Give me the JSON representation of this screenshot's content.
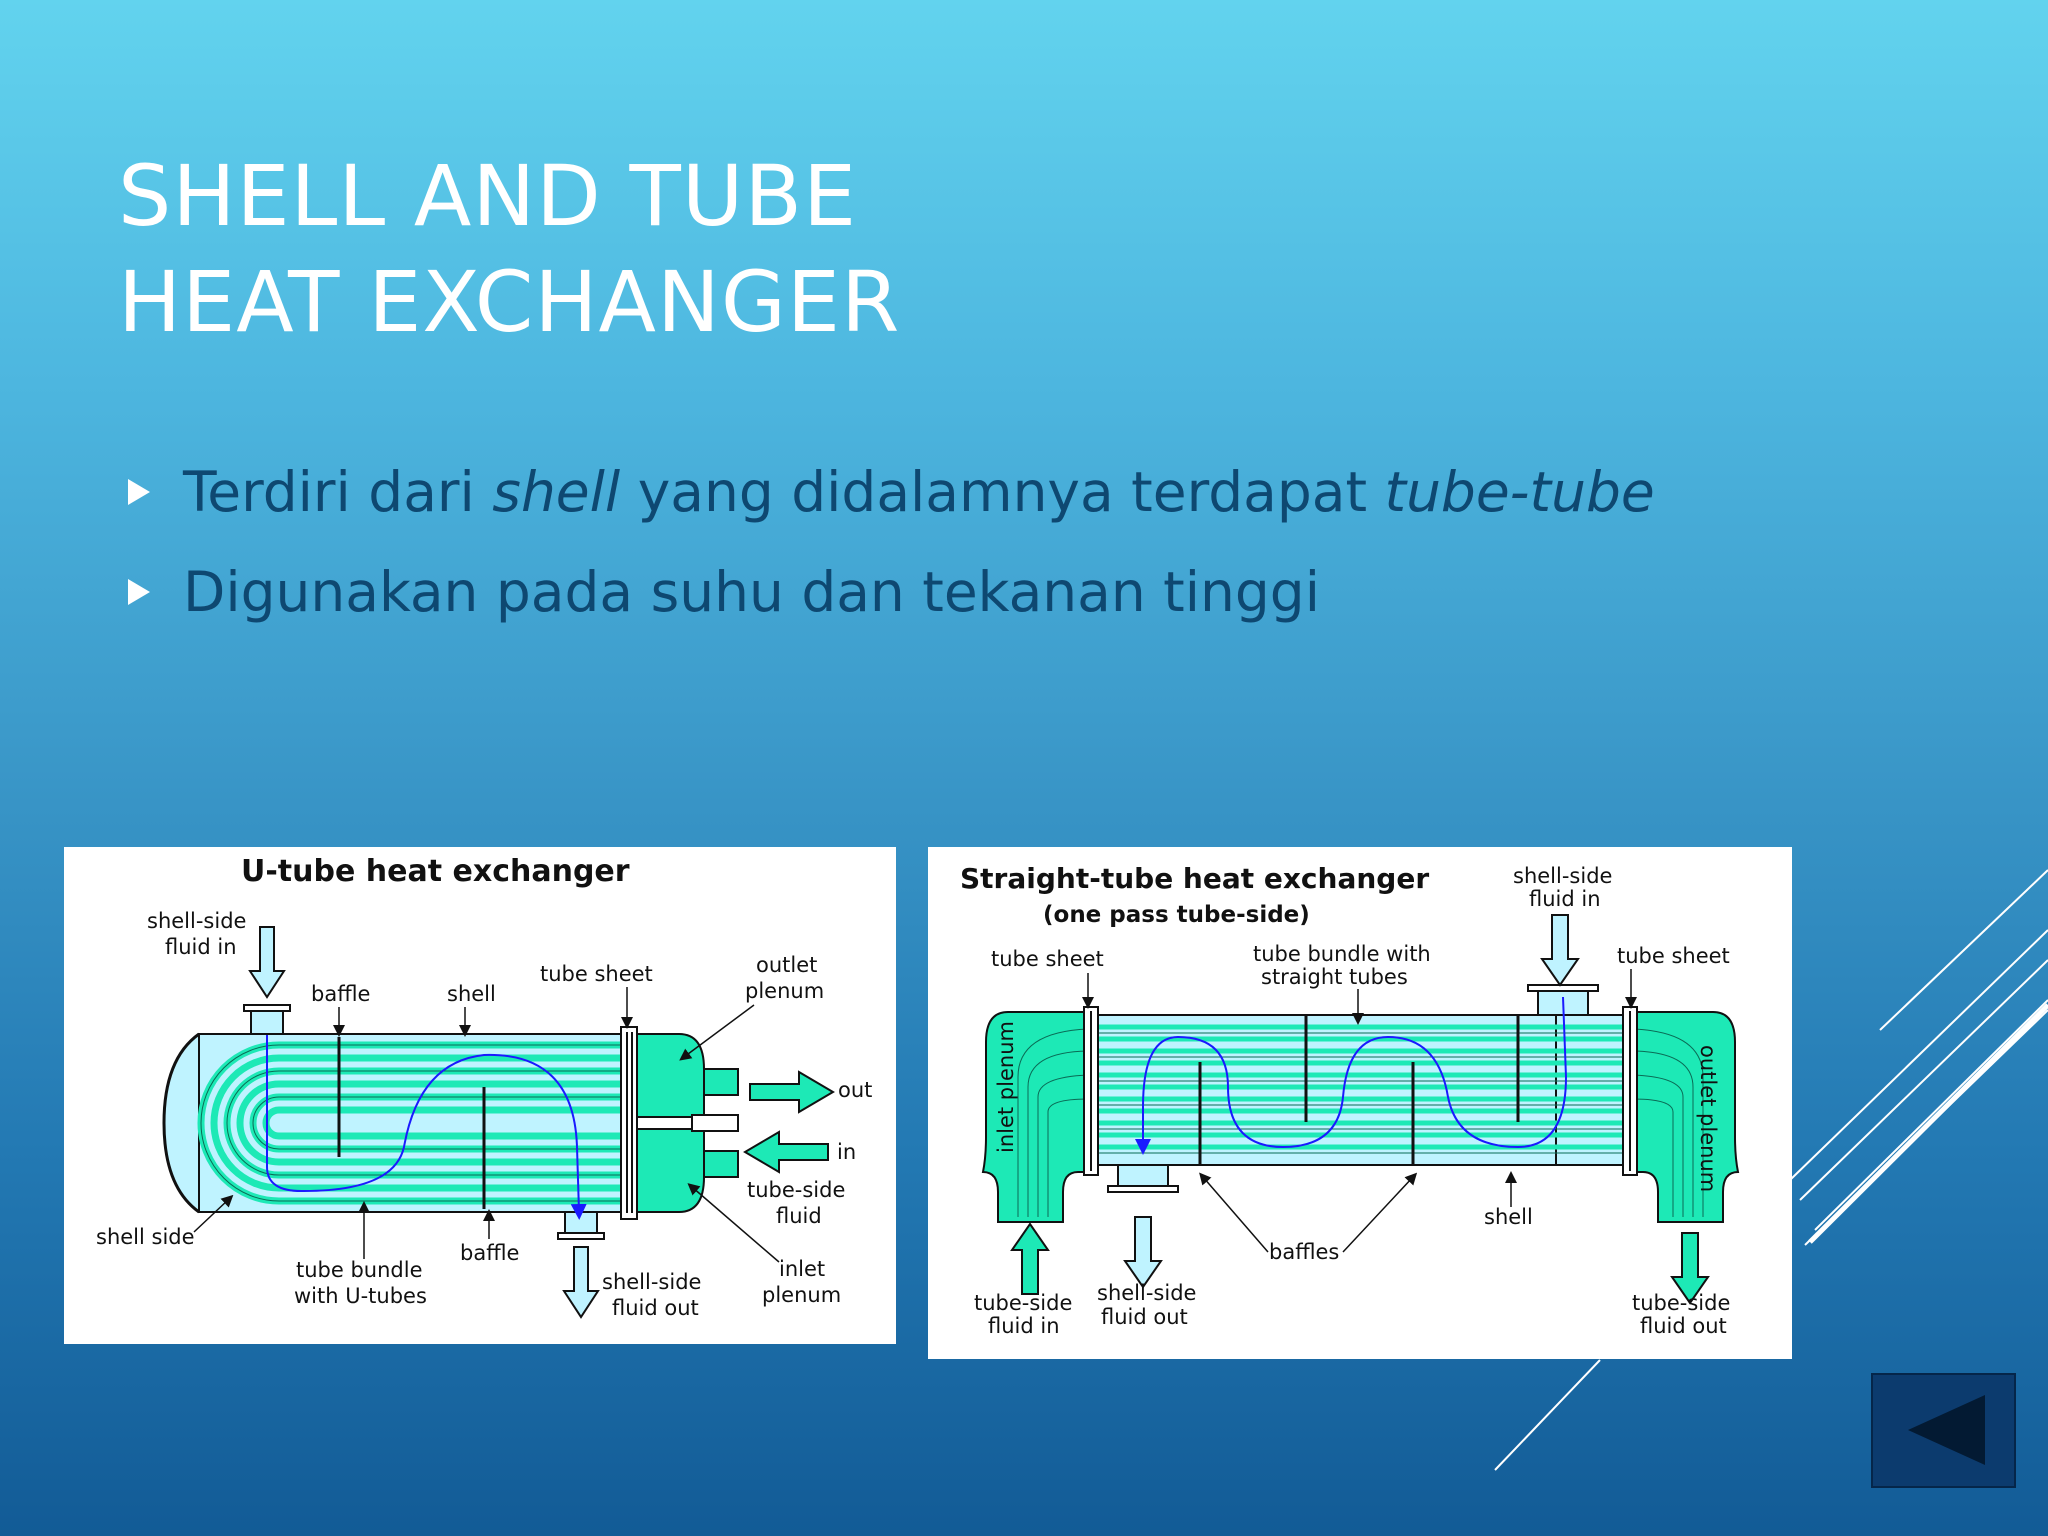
{
  "slide": {
    "title_line1": "SHELL AND TUBE",
    "title_line2": "HEAT EXCHANGER",
    "bullets": [
      {
        "before": "Terdiri dari ",
        "em1": "shell",
        "middle": " yang didalamnya terdapat ",
        "em2": "tube-tube"
      },
      {
        "text": "Digunakan pada suhu dan tekanan tinggi"
      }
    ]
  },
  "utube_diagram": {
    "title": "U-tube heat exchanger",
    "labels": {
      "shell_side_fluid_in_1": "shell-side",
      "shell_side_fluid_in_2": "fluid in",
      "baffle_top": "baffle",
      "shell": "shell",
      "tube_sheet": "tube sheet",
      "outlet_plenum_1": "outlet",
      "outlet_plenum_2": "plenum",
      "out": "out",
      "in": "in",
      "tube_side_fluid_1": "tube-side",
      "tube_side_fluid_2": "fluid",
      "inlet_plenum_1": "inlet",
      "inlet_plenum_2": "plenum",
      "shell_side": "shell side",
      "tube_bundle_1": "tube bundle",
      "tube_bundle_2": "with U-tubes",
      "baffle_bottom": "baffle",
      "shell_side_fluid_out_1": "shell-side",
      "shell_side_fluid_out_2": "fluid out"
    }
  },
  "straight_diagram": {
    "title": "Straight-tube heat exchanger",
    "subtitle": "(one pass tube-side)",
    "labels": {
      "shell_side_fluid_in_1": "shell-side",
      "shell_side_fluid_in_2": "fluid in",
      "tube_sheet_left": "tube sheet",
      "tube_bundle_1": "tube bundle with",
      "tube_bundle_2": "straight tubes",
      "tube_sheet_right": "tube sheet",
      "inlet_plenum": "inlet plenum",
      "outlet_plenum": "outlet plenum",
      "shell": "shell",
      "baffles": "baffles",
      "tube_side_fluid_in_1": "tube-side",
      "tube_side_fluid_in_2": "fluid in",
      "shell_side_fluid_out_1": "shell-side",
      "shell_side_fluid_out_2": "fluid out",
      "tube_side_fluid_out_1": "tube-side",
      "tube_side_fluid_out_2": "fluid out"
    }
  },
  "colors": {
    "tube_fluid": "#1de9b6",
    "shell_fluid": "#bff3ff",
    "flow_arrow": "#1a1aff",
    "back_button": "#0c3b6e"
  },
  "icons": {
    "back": "back-triangle-icon"
  }
}
